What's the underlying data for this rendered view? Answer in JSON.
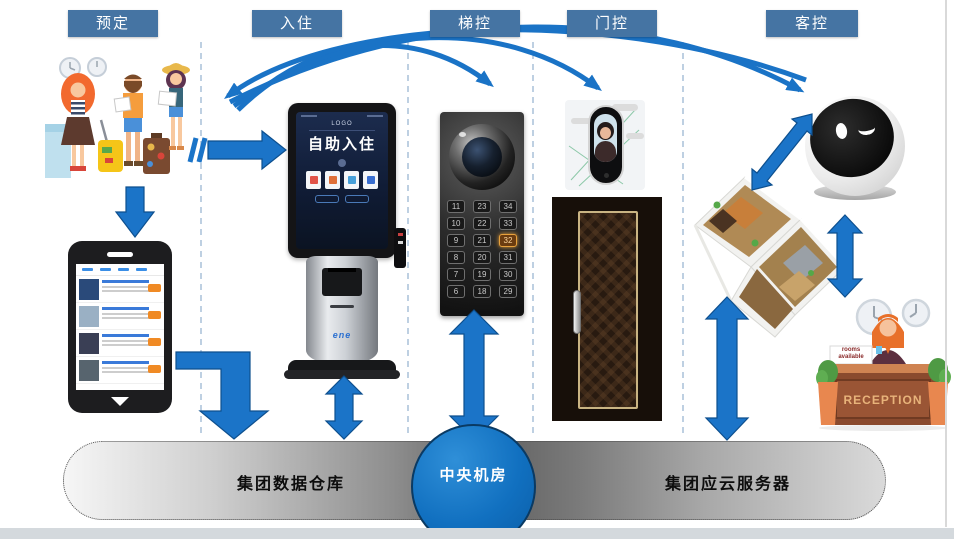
{
  "flow_labels": {
    "booking": "预定",
    "checkin": "入住",
    "elevator": "梯控",
    "door": "门控",
    "guest": "客控"
  },
  "kiosk": {
    "logo": "LOGO",
    "title": "自助入住",
    "brand": "ene"
  },
  "elevator_panel": {
    "buttons": [
      "11",
      "23",
      "34",
      "10",
      "22",
      "33",
      "9",
      "21",
      "32",
      "8",
      "20",
      "31",
      "7",
      "19",
      "30",
      "6",
      "18",
      "29"
    ],
    "active": "32"
  },
  "reception": {
    "board": "rooms available",
    "desk": "RECEPTION"
  },
  "infrastructure": {
    "warehouse": "集团数据仓库",
    "central_room": "中央机房",
    "cloud": "集团应云服务器"
  },
  "colors": {
    "arrow_blue": "#1B74C8",
    "label_blue": "#4574A3",
    "hub_blue": "#0F6FC0",
    "active_button_orange": "#E8A13C"
  }
}
